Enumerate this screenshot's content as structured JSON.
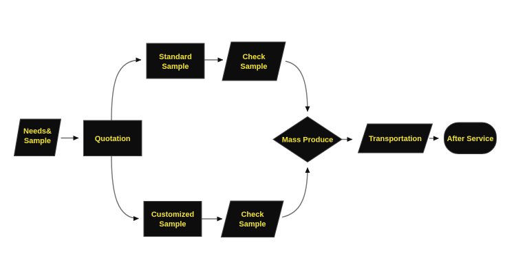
{
  "diagram": {
    "background": "#ffffff",
    "colors": {
      "shape_fill": "#0d0d0d",
      "shape_border": "#454545",
      "label_text": "#f2e331",
      "connector_line": "#6e6e6e",
      "arrowhead": "#111111"
    },
    "nodes": {
      "needs_sample": {
        "shape": "parallelogram",
        "line1": "Needs&",
        "line2": "Sample"
      },
      "quotation": {
        "shape": "rectangle",
        "label": "Quotation"
      },
      "standard_sample": {
        "shape": "rectangle",
        "line1": "Standard",
        "line2": "Sample"
      },
      "check_sample_top": {
        "shape": "parallelogram",
        "line1": "Check",
        "line2": "Sample"
      },
      "customized_sample": {
        "shape": "rectangle",
        "line1": "Customized",
        "line2": "Sample"
      },
      "check_sample_bottom": {
        "shape": "parallelogram",
        "line1": "Check",
        "line2": "Sample"
      },
      "mass_produce": {
        "shape": "diamond",
        "label": "Mass Produce"
      },
      "transportation": {
        "shape": "parallelogram",
        "label": "Transportation"
      },
      "after_service": {
        "shape": "rounded-rectangle",
        "label": "After Service"
      }
    },
    "edges": [
      {
        "from": "needs_sample",
        "to": "quotation"
      },
      {
        "from": "quotation",
        "to": "standard_sample"
      },
      {
        "from": "standard_sample",
        "to": "check_sample_top"
      },
      {
        "from": "check_sample_top",
        "to": "mass_produce"
      },
      {
        "from": "quotation",
        "to": "customized_sample"
      },
      {
        "from": "customized_sample",
        "to": "check_sample_bottom"
      },
      {
        "from": "check_sample_bottom",
        "to": "mass_produce"
      },
      {
        "from": "mass_produce",
        "to": "transportation"
      },
      {
        "from": "transportation",
        "to": "after_service"
      }
    ]
  }
}
